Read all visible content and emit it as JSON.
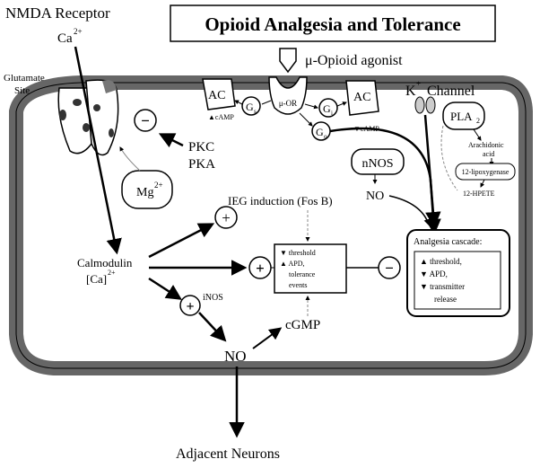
{
  "title": "Opioid Analgesia and Tolerance",
  "labels": {
    "nmda_receptor": "NMDA Receptor",
    "ca_top": "Ca",
    "ca_top_sup": "2+",
    "glutamate_line1": "Glutamate",
    "glutamate_line2": "Site",
    "minus_sign": "−",
    "plus_sign": "+",
    "pkc": "PKC",
    "pka": "PKA",
    "mg": "Mg",
    "mg_sup": "2+",
    "mu_agonist": "μ-Opioid agonist",
    "ac": "AC",
    "camp_left": "▲cAMP",
    "camp_right": "▼cAMP",
    "mu_or": "μ-OR",
    "g": "G",
    "gs_sub": "s",
    "gi_sub": "i",
    "go_sub": "o",
    "k": "K",
    "k_sup": "+",
    "channel": "Channel",
    "pla": "PLA",
    "pla_sub": "2",
    "arachidonic_line1": "Arachidonic",
    "arachidonic_line2": "acid",
    "lipoxygenase": "12-lipoxygenase",
    "hpete": "12-HPETE",
    "nnos": "nNOS",
    "no": "NO",
    "ieg": "IEG induction (Fos B)",
    "calmodulin": "Calmodulin",
    "ca_bracket": "[Ca]",
    "ca_bracket_sup": "2+",
    "inos": "iNOS",
    "cgmp": "cGMP",
    "tolerance_box": [
      "▼ threshold",
      "▲ APD,",
      "tolerance",
      "events"
    ],
    "analgesia_title": "Analgesia cascade:",
    "analgesia_items": [
      "▲ threshold,",
      "▼ APD,",
      "▼ transmitter",
      "release"
    ],
    "adjacent": "Adjacent Neurons"
  }
}
